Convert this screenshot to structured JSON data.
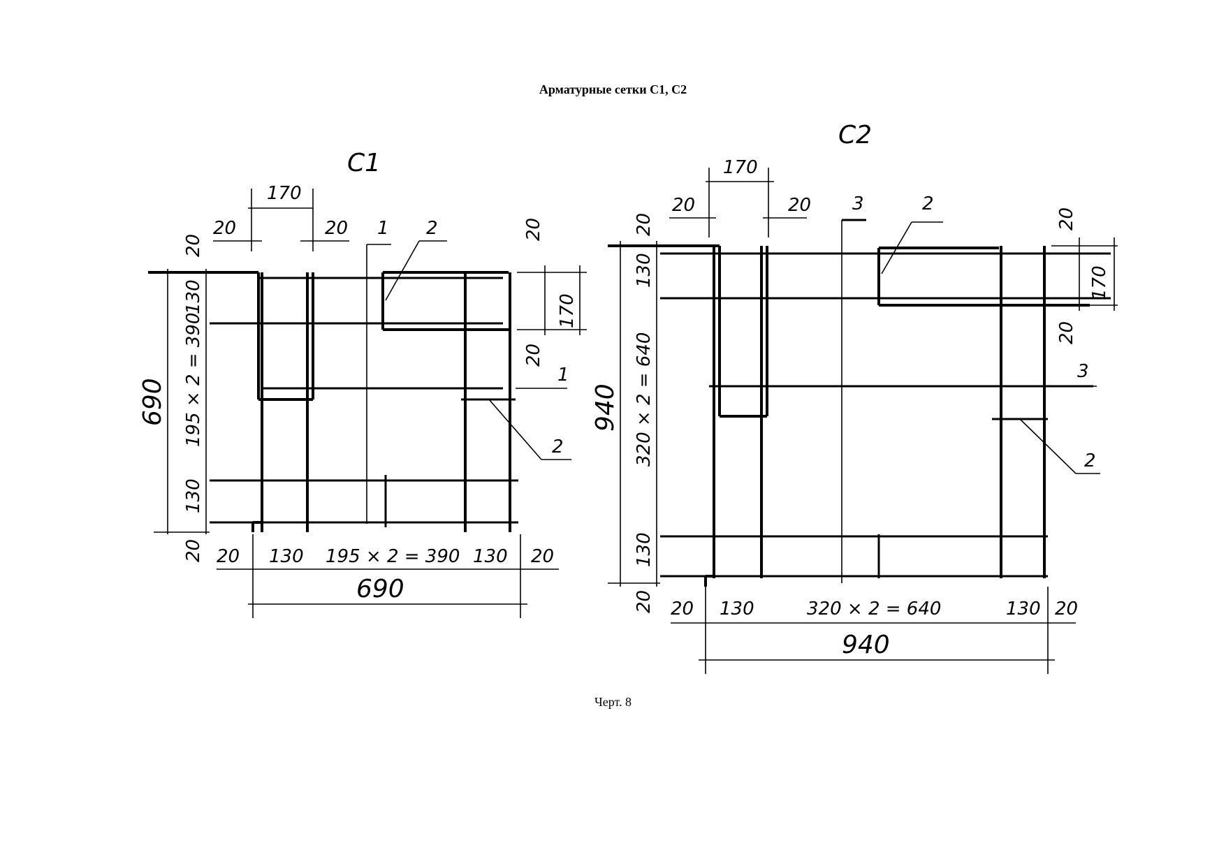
{
  "title": "Арматурные сетки С1, С2",
  "caption": "Черт. 8",
  "c1": {
    "name": "С1",
    "dim_top": "170",
    "dim_20_a": "20",
    "dim_20_b": "20",
    "dim_20_right_top": "20",
    "dim_170_right": "170",
    "dim_20_right_bottom": "20",
    "left_total": "690",
    "left_middle": "195 × 2 = 390",
    "left_20_top": "20",
    "left_130_top": "130",
    "left_130_bottom": "130",
    "left_20_bottom": "20",
    "bottom_20_left": "20",
    "bottom_130_left": "130",
    "bottom_middle": "195 × 2 = 390",
    "bottom_130_right": "130",
    "bottom_20_right": "20",
    "bottom_total": "690",
    "pos_1_top": "1",
    "pos_2_top": "2",
    "pos_1_right": "1",
    "pos_2_right": "2"
  },
  "c2": {
    "name": "С2",
    "dim_top": "170",
    "dim_20_a": "20",
    "dim_20_b": "20",
    "dim_20_right_top": "20",
    "dim_170_right": "170",
    "dim_20_right_bottom": "20",
    "left_total": "940",
    "left_middle": "320 × 2 = 640",
    "left_20_top": "20",
    "left_130_top": "130",
    "left_130_bottom": "130",
    "left_20_bottom": "20",
    "bottom_20_left": "20",
    "bottom_130_left": "130",
    "bottom_middle": "320 × 2 = 640",
    "bottom_130_right": "130",
    "bottom_20_right": "20",
    "bottom_total": "940",
    "pos_3_top": "3",
    "pos_2_top": "2",
    "pos_3_right": "3",
    "pos_2_right": "2"
  }
}
